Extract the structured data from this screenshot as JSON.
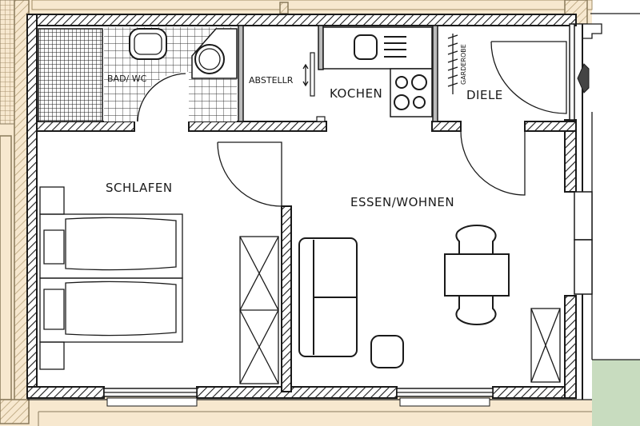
{
  "plan": {
    "type": "apartment-floor-plan",
    "colors": {
      "background_outside": "#f7e8cf",
      "floor": "#ffffff",
      "garden": "#c8dcbf",
      "wall_line": "#1a1a1a",
      "neighbor_wall": "#8a7a5c"
    },
    "rooms": [
      {
        "id": "bad_wc",
        "label": "BAD/ WC"
      },
      {
        "id": "abstellraum",
        "label": "ABSTELLR"
      },
      {
        "id": "kochen",
        "label": "KOCHEN"
      },
      {
        "id": "diele",
        "label": "DIELE"
      },
      {
        "id": "schlafen",
        "label": "SCHLAFEN"
      },
      {
        "id": "essen_wohnen",
        "label": "ESSEN/WOHNEN"
      }
    ],
    "fixtures": {
      "garderobe_label": "GARDEROBE"
    },
    "furniture": [
      "shower",
      "washbasin",
      "toilet",
      "kitchen-sink",
      "stove-4-burner",
      "double-bed",
      "wardrobe-bedroom",
      "sofa",
      "coffee-table",
      "dining-table",
      "dining-chair",
      "dining-chair",
      "cabinet-living"
    ],
    "entrance_marker": "entrance-arrow"
  }
}
